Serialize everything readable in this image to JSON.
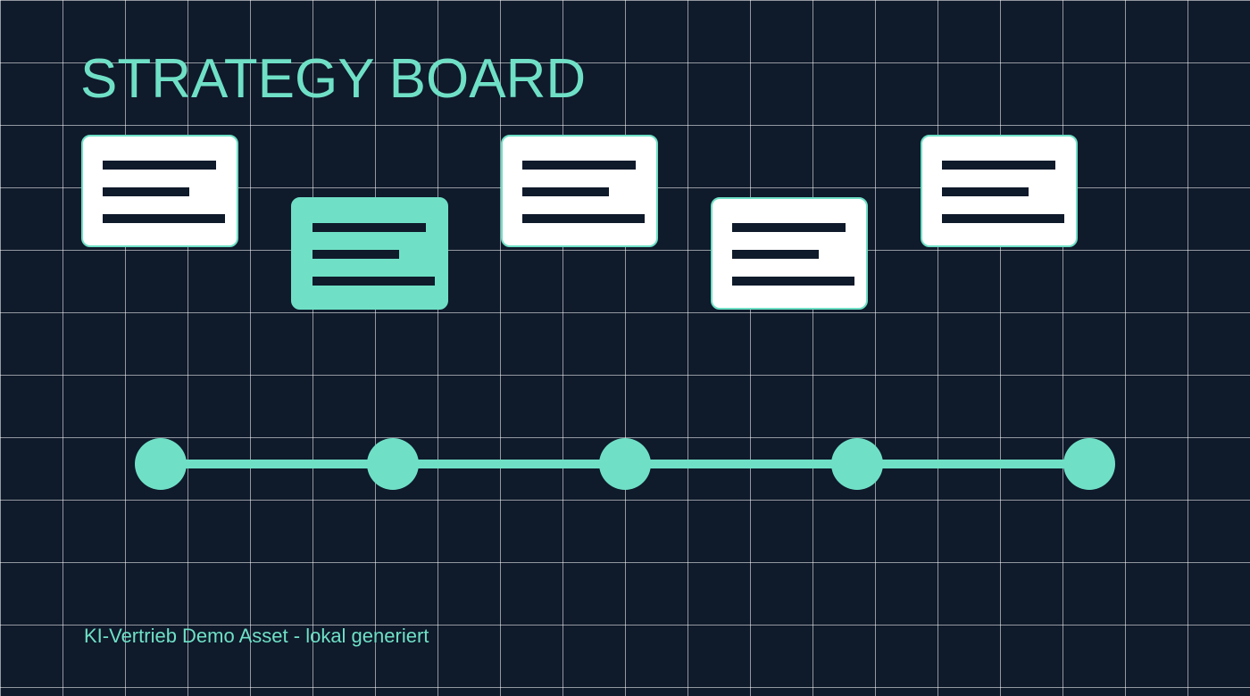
{
  "title": "STRATEGY BOARD",
  "footer": "KI-Vertrieb Demo Asset - lokal generiert",
  "colors": {
    "background": "#0f1a2b",
    "accent": "#6fe0c6",
    "card": "#ffffff",
    "grid": "#ffffff"
  },
  "cards": [
    {
      "style": "white"
    },
    {
      "style": "teal"
    },
    {
      "style": "white"
    },
    {
      "style": "white"
    },
    {
      "style": "white"
    }
  ],
  "timeline": {
    "nodes": 5
  }
}
